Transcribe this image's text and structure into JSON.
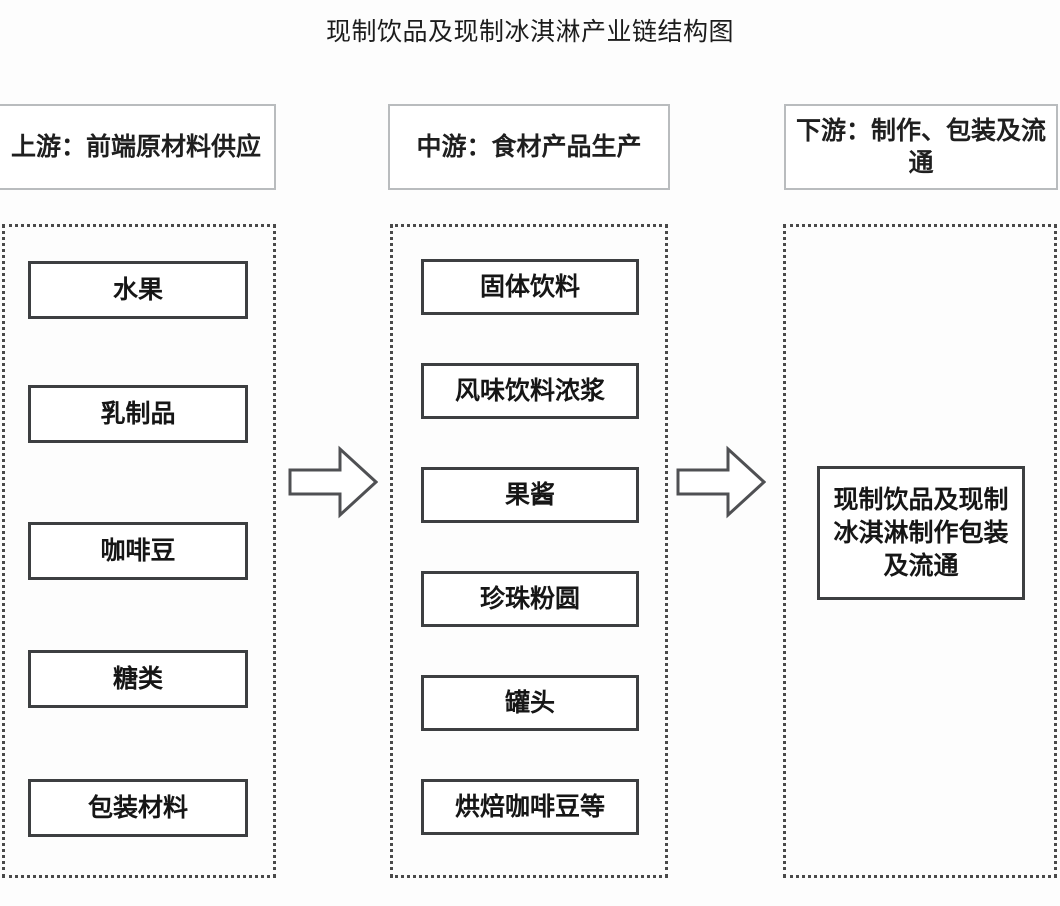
{
  "title": "现制饮品及现制冰淇淋产业链结构图",
  "colors": {
    "header_border": "#b9bcbe",
    "container_border": "#4a4a4a",
    "item_border": "#3d3f41",
    "text": "#161616",
    "background": "#fdfdfd"
  },
  "stages": [
    {
      "id": "upstream",
      "header": "上游：前端原材料供应",
      "items": [
        {
          "label": "水果"
        },
        {
          "label": "乳制品"
        },
        {
          "label": "咖啡豆"
        },
        {
          "label": "糖类"
        },
        {
          "label": "包装材料"
        }
      ]
    },
    {
      "id": "midstream",
      "header": "中游：食材产品生产",
      "items": [
        {
          "label": "固体饮料"
        },
        {
          "label": "风味饮料浓浆"
        },
        {
          "label": "果酱"
        },
        {
          "label": "珍珠粉圆"
        },
        {
          "label": "罐头"
        },
        {
          "label": "烘焙咖啡豆等"
        }
      ]
    },
    {
      "id": "downstream",
      "header": "下游：制作、包装及流通",
      "items": [
        {
          "label": "现制饮品及现制冰淇淋制作包装及流通"
        }
      ]
    }
  ],
  "arrows": [
    {
      "id": "arrow-upstream-to-midstream",
      "direction": "right"
    },
    {
      "id": "arrow-midstream-to-downstream",
      "direction": "right"
    }
  ]
}
